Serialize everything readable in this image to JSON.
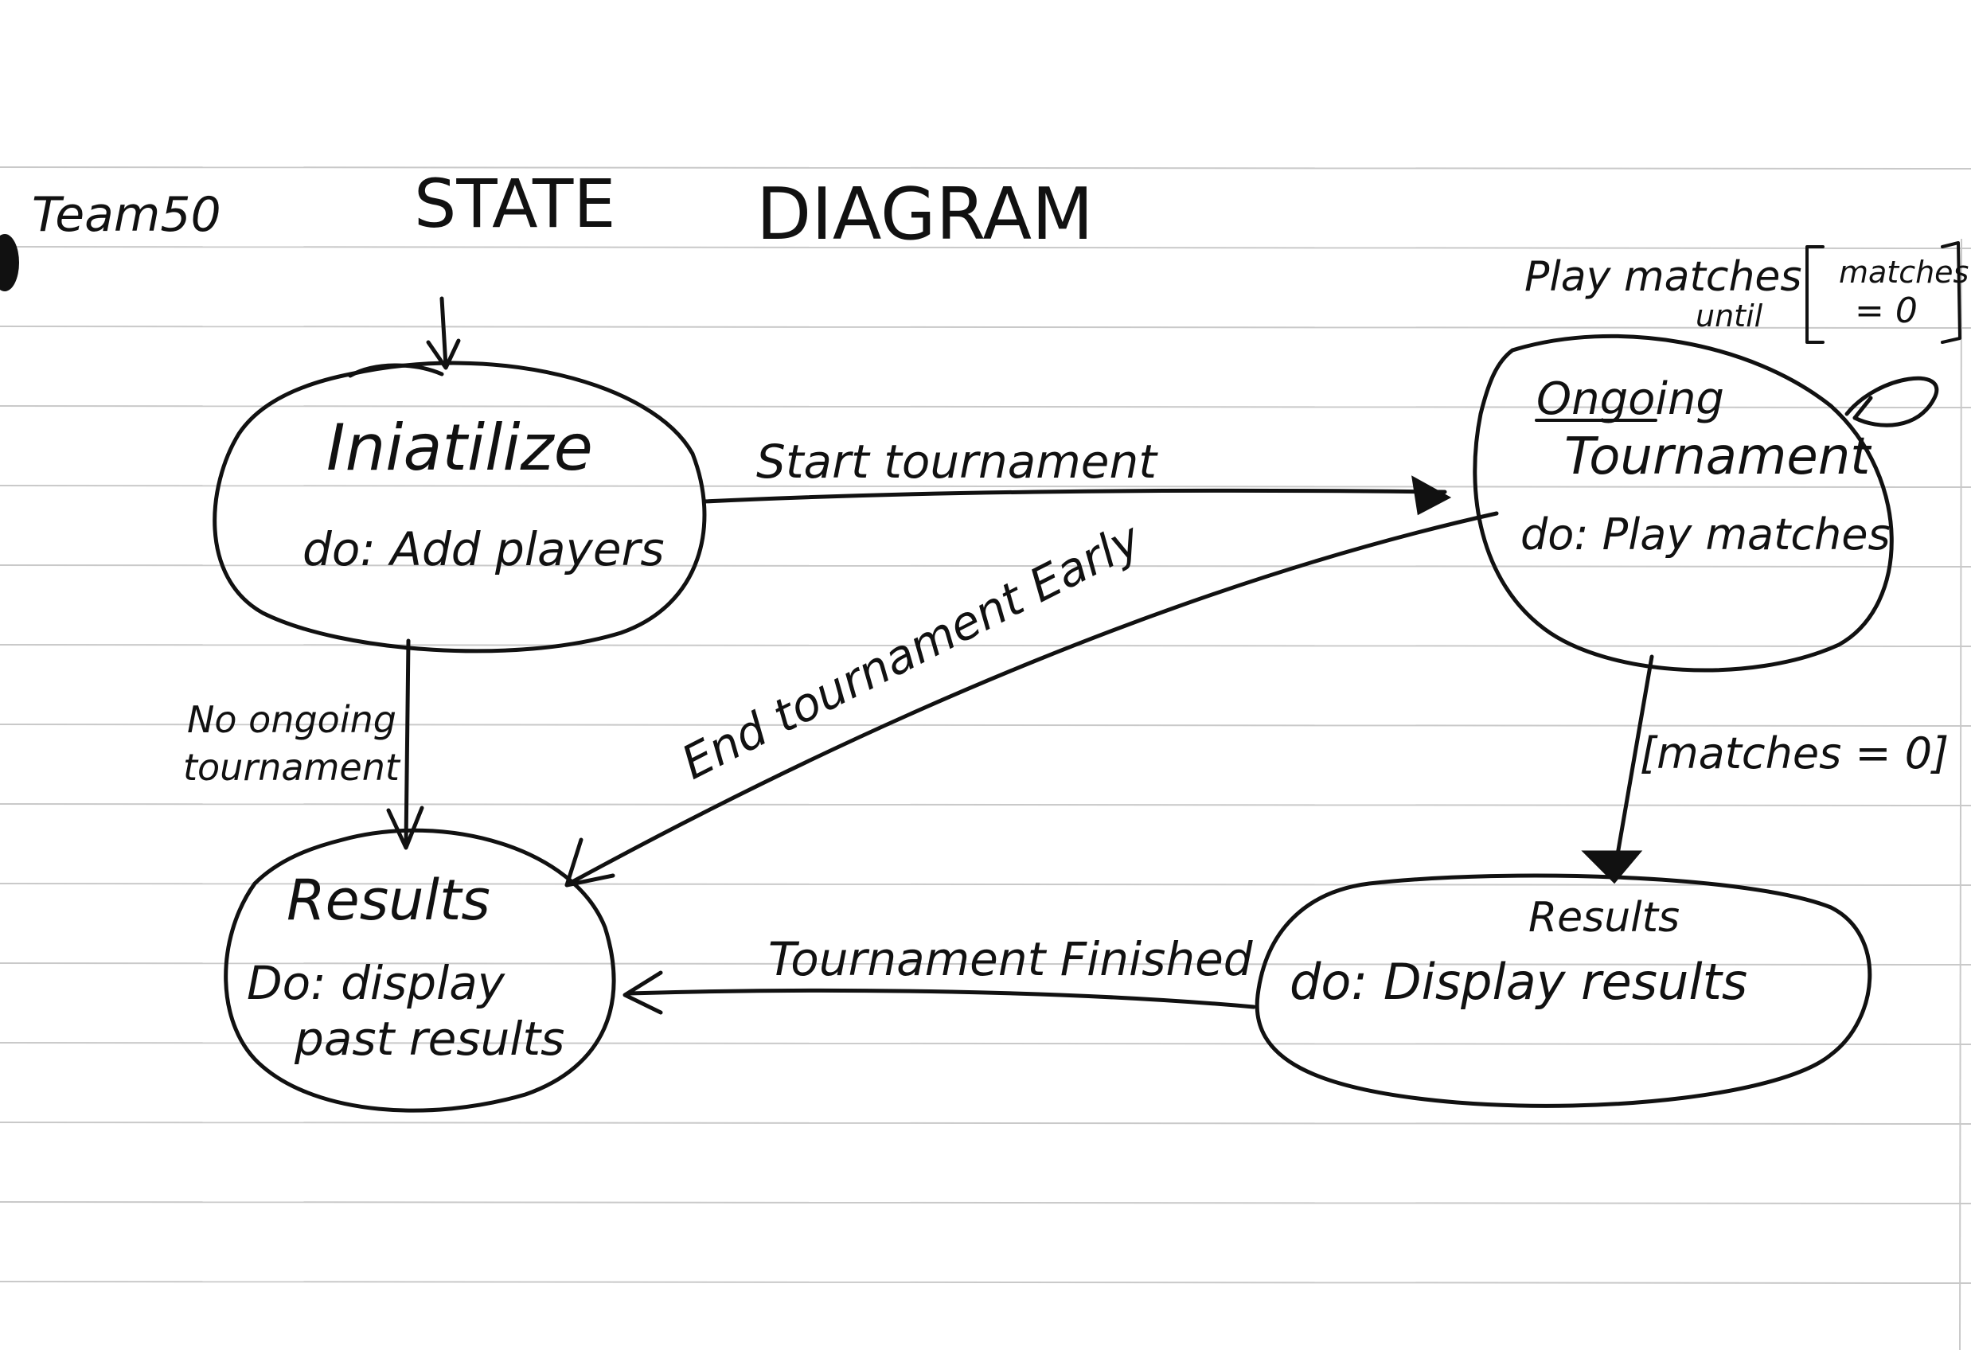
{
  "header": {
    "team": "Team50",
    "title_word1": "STATE",
    "title_word2": "DIAGRAM"
  },
  "states": [
    {
      "id": "initialize",
      "name": "Iniatilize",
      "activity": "do: Add players"
    },
    {
      "id": "ongoing",
      "name_line1": "Ongoing",
      "name_line2": "Tournament",
      "activity": "do: Play matches"
    },
    {
      "id": "results_left",
      "name": "Results",
      "activity_line1": "Do: display",
      "activity_line2": "past results"
    },
    {
      "id": "results_right",
      "name": "Results",
      "activity": "do: Display results"
    }
  ],
  "transitions": [
    {
      "id": "start",
      "label": "Start tournament"
    },
    {
      "id": "no_ongoing",
      "label_line1": "No ongoing",
      "label_line2": "tournament"
    },
    {
      "id": "end_early",
      "label": "End tournament Early"
    },
    {
      "id": "matches_zero",
      "label": "[matches = 0]"
    },
    {
      "id": "finished",
      "label": "Tournament Finished"
    },
    {
      "id": "self_loop",
      "label_line1": "Play matches",
      "label_line2": "until",
      "guard_line1": "matches",
      "guard_line2": "= 0"
    }
  ],
  "colors": {
    "ink": "#111111",
    "paper": "#ffffff",
    "rule": "#c9c9c9"
  }
}
